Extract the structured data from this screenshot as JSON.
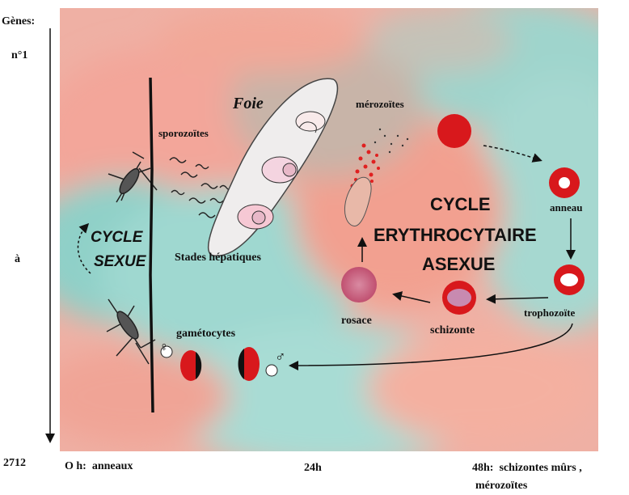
{
  "left_axis": {
    "title": "Gènes:",
    "top_label": "n°1",
    "middle_label": "à",
    "bottom_label": "2712"
  },
  "bottom_axis": {
    "start_label": "O h:  anneaux",
    "middle_label": "24h",
    "end_label_line1": "48h:  schizontes mûrs ,",
    "end_label_line2": "mérozoïtes"
  },
  "labels": {
    "foie": "Foie",
    "merozoites": "mérozoïtes",
    "sporozoites": "sporozoïtes",
    "stades_hepatiques": "Stades hépatiques",
    "anneau": "anneau",
    "trophozoite": "trophozoïte",
    "schizonte": "schizonte",
    "rosace": "rosace",
    "gametocytes": "gamétocytes",
    "cycle_sexue_line1": "CYCLE",
    "cycle_sexue_line2": "SEXUE",
    "cycle_ery_line1": "CYCLE",
    "cycle_ery_line2": "ERYTHROCYTAIRE",
    "cycle_ery_line3": "ASEXUE",
    "female_symbol": "♀",
    "male_symbol": "♂"
  },
  "colors": {
    "cell_red": "#d8181c",
    "cell_pink": "#d77a92",
    "teal_bg": "#9fd8d0",
    "salmon_bg": "#f2a898",
    "liver_fill": "#eeecec"
  }
}
